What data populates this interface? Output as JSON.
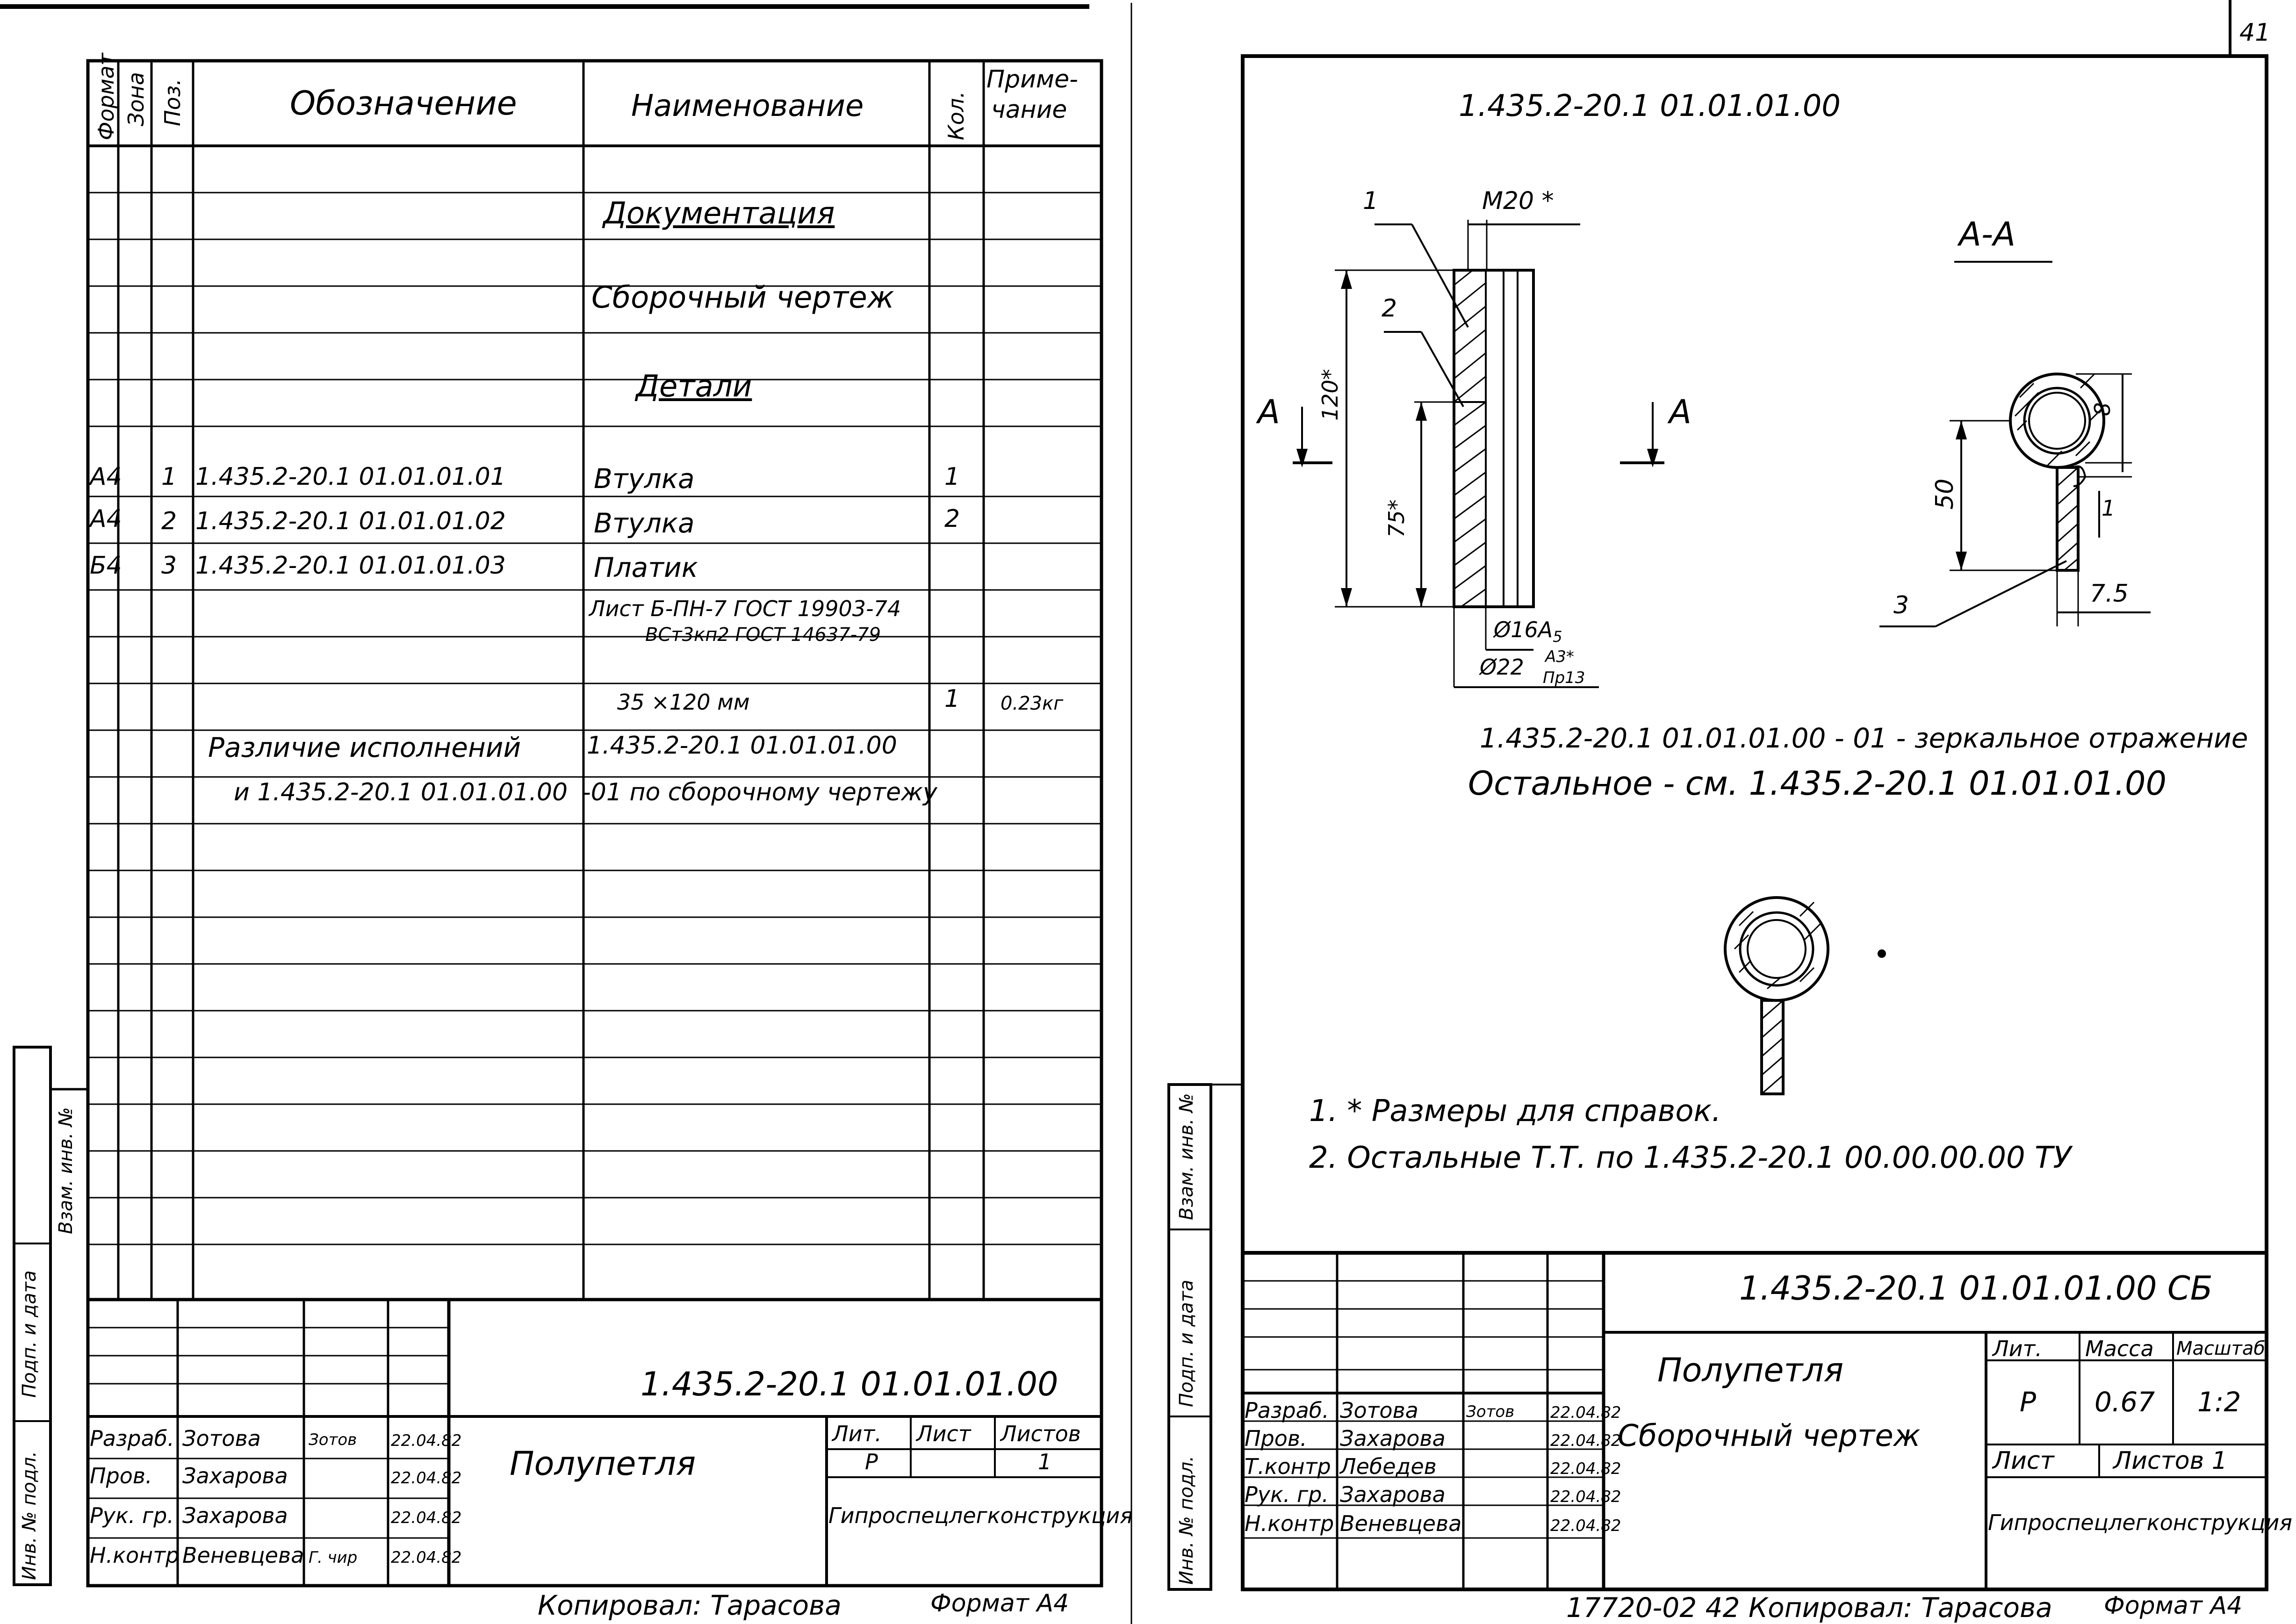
{
  "spec": {
    "headers": {
      "format": "Формат",
      "zone": "Зона",
      "pos": "Поз.",
      "designation": "Обозначение",
      "name": "Наименование",
      "qty": "Кол.",
      "note1": "Приме-",
      "note2": "чание"
    },
    "section_docs": "Документация",
    "assembly_drawing": "Сборочный чертеж",
    "section_parts": "Детали",
    "rows": [
      {
        "fmt": "А4",
        "pos": "1",
        "des": "1.435.2-20.1   01.01.01.01",
        "name": "Втулка",
        "qty": "1"
      },
      {
        "fmt": "А4",
        "pos": "2",
        "des": "1.435.2-20.1   01.01.01.02",
        "name": "Втулка",
        "qty": "2"
      },
      {
        "fmt": "Б4",
        "pos": "3",
        "des": "1.435.2-20.1   01.01.01.03",
        "name": "Платик",
        "qty": ""
      }
    ],
    "material1": "Лист Б-ПН-7 ГОСТ 19903-74",
    "material2": "ВСт3кп2 ГОСТ 14637-79",
    "size": "35 ×120 мм",
    "size_qty": "1",
    "size_mass": "0.23кг",
    "variant_a": "Различие исполнений",
    "variant_b": "1.435.2-20.1  01.01.01.00",
    "variant_c": "и 1.435.2-20.1   01.01.01.00",
    "variant_d": "-01 по сборочному чертежу"
  },
  "left_stamp": {
    "designation": "1.435.2-20.1  01.01.01.00",
    "title": "Полупетля",
    "lit_h": "Лит.",
    "sheet_h": "Лист",
    "sheets_h": "Листов",
    "lit": "Р",
    "sheets": "1",
    "org": "Гипроспецлегконструкция",
    "people": [
      {
        "role": "Разраб.",
        "name": "Зотова",
        "sign": "Зотов",
        "date": "22.04.82"
      },
      {
        "role": "Пров.",
        "name": "Захарова",
        "sign": "",
        "date": "22.04.82"
      },
      {
        "role": "Рук. гр.",
        "name": "Захарова",
        "sign": "",
        "date": "22.04.82"
      },
      {
        "role": "Н.контр",
        "name": "Веневцева",
        "sign": "Г. чир",
        "date": "22.04.82"
      }
    ],
    "copied": "Копировал: Тарасова",
    "format": "Формат А4",
    "side_labels": [
      "Инв. № подл.",
      "Подп. и дата",
      "Взам. инв. №"
    ]
  },
  "drawing": {
    "top_designation": "1.435.2-20.1  01.01.01.00",
    "dim_m20": "М20 *",
    "dim_120": "120*",
    "dim_75": "75*",
    "dim_d16": "Ø16А",
    "dim_d16_sub": "5",
    "dim_d22": "Ø22",
    "dim_a3": "А3*",
    "dim_pr13": "Пр13",
    "callouts": [
      "1",
      "2",
      "3"
    ],
    "section_label": "А-А",
    "cut_label": "А",
    "dim_50": "50",
    "dim_8": "8",
    "dim_1": "1",
    "dim_7_5": "7.5",
    "mirror_note": "1.435.2-20.1   01.01.01.00 - 01 - зеркальное отражение",
    "rest_note": "Остальное - см. 1.435.2-20.1   01.01.01.00",
    "note1": "1. * Размеры для справок.",
    "note2": "2. Остальные  Т.Т. по 1.435.2-20.1  00.00.00.00 ТУ"
  },
  "right_stamp": {
    "designation": "1.435.2-20.1   01.01.01.00 СБ",
    "title": "Полупетля",
    "subtitle": "Сборочный  чертеж",
    "lit_h": "Лит.",
    "mass_h": "Масса",
    "scale_h": "Масштаб",
    "lit": "Р",
    "mass": "0.67",
    "scale": "1:2",
    "sheet_h": "Лист",
    "sheets_h": "Листов 1",
    "org": "Гипроспецлегконструкция",
    "people": [
      {
        "role": "Разраб.",
        "name": "Зотова",
        "sign": "Зотов",
        "date": "22.04.82"
      },
      {
        "role": "Пров.",
        "name": "Захарова",
        "sign": "",
        "date": "22.04.82"
      },
      {
        "role": "Т.контр",
        "name": "Лебедев",
        "sign": "",
        "date": "22.04.82"
      },
      {
        "role": "Рук. гр.",
        "name": "Захарова",
        "sign": "",
        "date": "22.04.82"
      },
      {
        "role": "Н.контр",
        "name": "Веневцева",
        "sign": "",
        "date": "22.04.82"
      }
    ],
    "copied": "17720-02 42  Копировал: Тарасова",
    "format": "Формат А4",
    "side_labels": [
      "Инв. № подл.",
      "Подп. и дата",
      "Взам. инв. №"
    ],
    "page_no": "41"
  }
}
